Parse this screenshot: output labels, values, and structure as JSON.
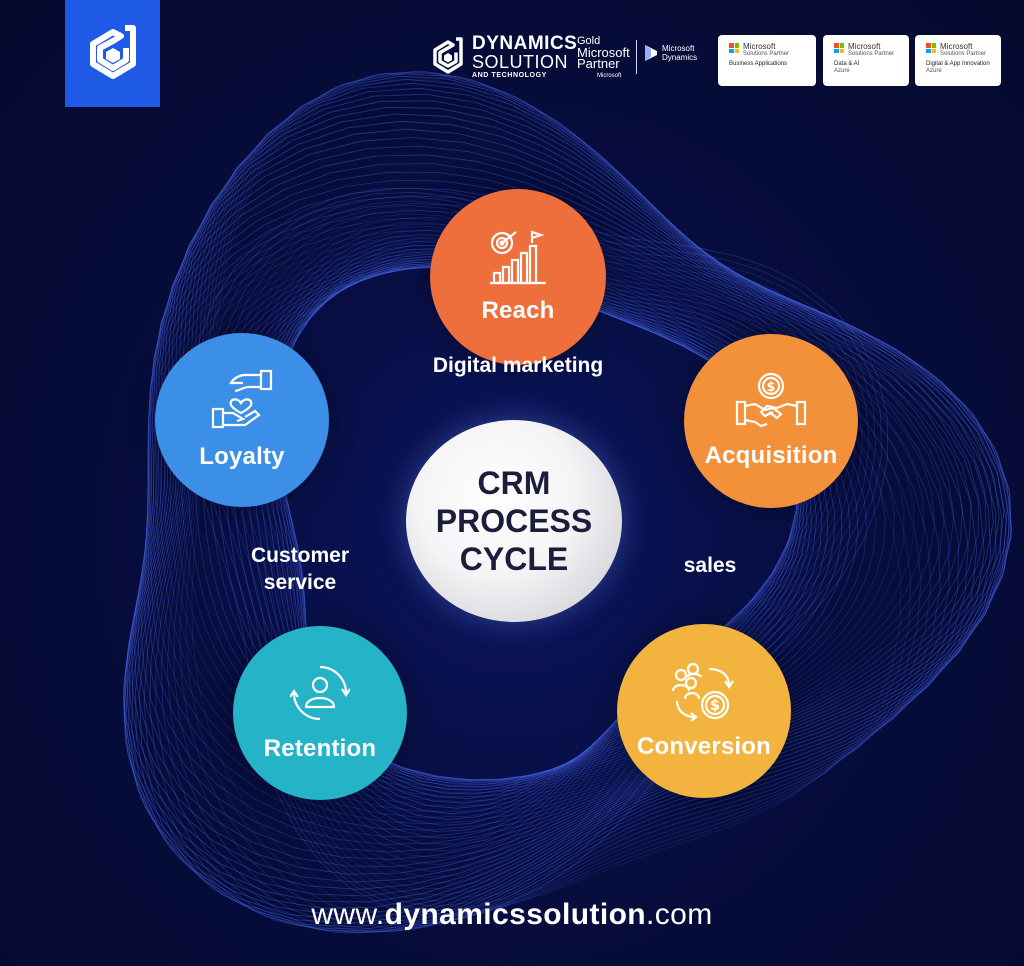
{
  "brand": {
    "name_line1": "DYNAMICS",
    "name_line2": "SOLUTION",
    "name_line3": "AND TECHNOLOGY"
  },
  "partner": {
    "gold": "Gold",
    "microsoft": "Microsoft",
    "partner": "Partner",
    "ms_small": "Microsoft"
  },
  "ms_dynamics": {
    "line1": "Microsoft",
    "line2": "Dynamics"
  },
  "badges": [
    {
      "title": "Microsoft",
      "subtitle": "Solutions Partner",
      "specialty": "Business Applications"
    },
    {
      "title": "Microsoft",
      "subtitle": "Solutions Partner",
      "specialty": "Data & AI",
      "specialty2": "Azure"
    },
    {
      "title": "Microsoft",
      "subtitle": "Solutions Partner",
      "specialty": "Digital & App Innovation",
      "specialty2": "Azure"
    }
  ],
  "center": {
    "line1": "CRM",
    "line2": "PROCESS",
    "line3": "CYCLE"
  },
  "stages": [
    {
      "label": "Reach",
      "color": "#ef6f3c",
      "icon": "growth-chart-icon"
    },
    {
      "label": "Acquisition",
      "color": "#f3913a",
      "icon": "handshake-coin-icon"
    },
    {
      "label": "Conversion",
      "color": "#f2b43e",
      "icon": "people-coin-icon"
    },
    {
      "label": "Retention",
      "color": "#25b3c8",
      "icon": "person-cycle-icon"
    },
    {
      "label": "Loyalty",
      "color": "#3c8fe6",
      "icon": "hand-heart-icon"
    }
  ],
  "phase_labels": {
    "marketing": "Digital marketing",
    "sales": "sales",
    "service_line1": "Customer",
    "service_line2": "service"
  },
  "footer": {
    "prefix": "www.",
    "domain": "dynamicssolution",
    "suffix": ".com"
  },
  "colors": {
    "background": "#070d3e",
    "logo_blue": "#1f5ae6",
    "swirl": "#4c6cf5"
  }
}
